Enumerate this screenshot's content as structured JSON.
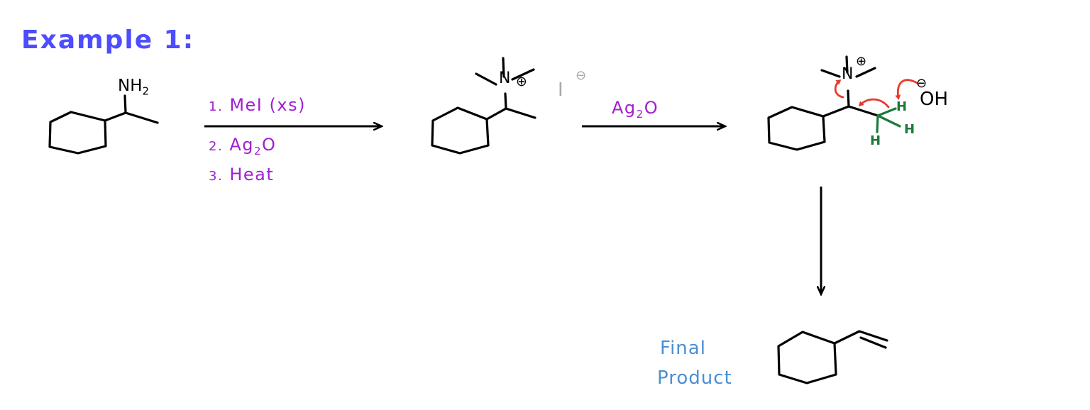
{
  "title": "Example 1:",
  "colors": {
    "title": "#4d4dff",
    "reagent": "#a020d0",
    "structure": "#000000",
    "counterion": "#a8a8a8",
    "arrow_mechanism": "#e8392b",
    "hydrogen": "#1a7a3a",
    "final_label": "#4a8fd4"
  },
  "starting_material": {
    "name": "1-cyclohexylethanamine",
    "group_label": "NH",
    "group_subscript": "2"
  },
  "reaction_arrow_1": {
    "above": [
      {
        "number": "1.",
        "text": "MeI (xs)"
      }
    ],
    "below": [
      {
        "number": "2.",
        "text": "Ag",
        "subscript": "2",
        "suffix": "O"
      },
      {
        "number": "3.",
        "text": "Heat"
      }
    ]
  },
  "intermediate_1": {
    "nitrogen_label": "N",
    "charge": "⊕",
    "counterion": "I",
    "counterion_charge": "⊖"
  },
  "reaction_arrow_2": {
    "label": "Ag",
    "subscript": "2",
    "suffix": "O"
  },
  "intermediate_2": {
    "nitrogen_label": "N",
    "charge": "⊕",
    "base": "OH",
    "base_charge": "⊖",
    "hydrogens": [
      "H",
      "H",
      "H"
    ]
  },
  "product": {
    "name": "vinylcyclohexane",
    "label_line1": "Final",
    "label_line2": "Product"
  }
}
